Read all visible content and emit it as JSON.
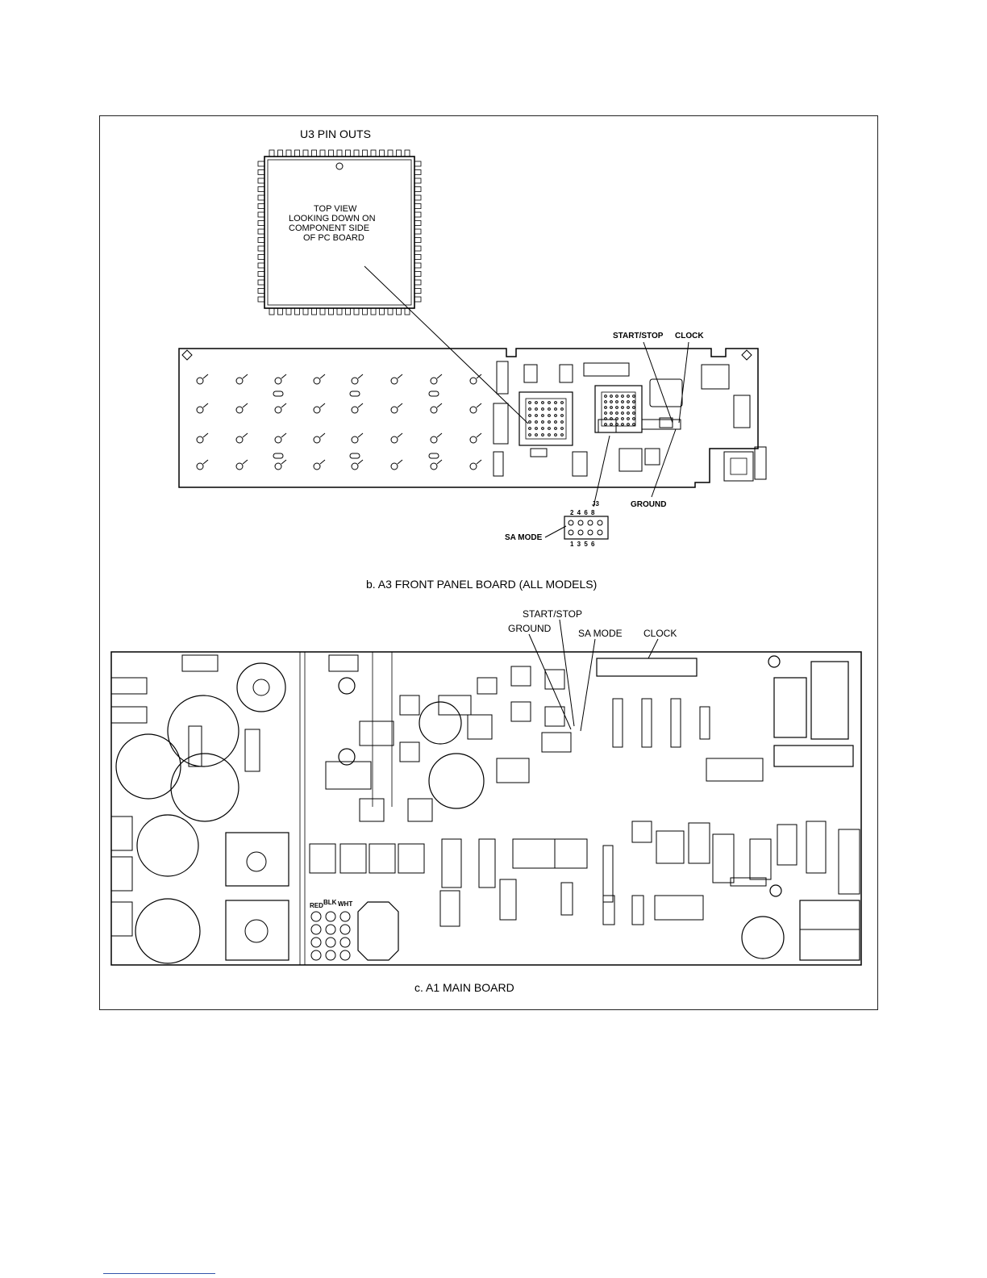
{
  "u3_pinouts": {
    "title": "U3 PIN OUTS",
    "center_text": [
      "TOP VIEW",
      "LOOKING DOWN ON",
      "COMPONENT SIDE",
      "OF PC BOARD"
    ]
  },
  "a3_board": {
    "callouts": {
      "start_stop": "START/STOP",
      "clock": "CLOCK",
      "ground": "GROUND",
      "sa_mode": "SA MODE",
      "j3": "J3",
      "j3_top_pins": "2 4 6 8",
      "j3_bottom_pins": "1 3 5 6"
    },
    "caption": "b.  A3 FRONT PANEL BOARD (ALL MODELS)"
  },
  "a1_board": {
    "callouts": {
      "start_stop": "START/STOP",
      "ground": "GROUND",
      "sa_mode": "SA MODE",
      "clock": "CLOCK",
      "red": "RED",
      "blk": "BLK",
      "wht": "WHT"
    },
    "caption": "c.  A1 MAIN BOARD"
  }
}
